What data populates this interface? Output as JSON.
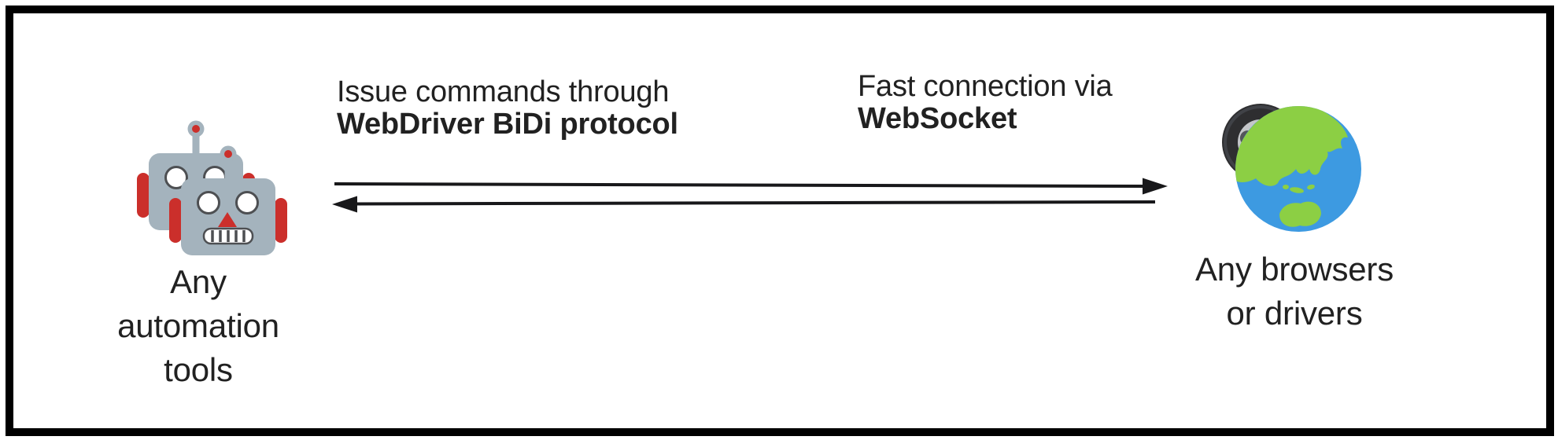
{
  "left_node": {
    "caption": "Any automation tools",
    "caption_lines": [
      "Any",
      "automation",
      "tools"
    ],
    "icon": "robots"
  },
  "right_node": {
    "caption": "Any browsers or drivers",
    "caption_lines": [
      "Any browsers",
      "or drivers"
    ],
    "icon": "globe-with-wheel"
  },
  "connections": {
    "top": {
      "line1": "Issue commands through",
      "line2_bold": "WebDriver BiDi protocol",
      "direction": "left-to-right"
    },
    "bottom": {
      "line1": "Fast connection via",
      "line2_bold": "WebSocket",
      "direction": "right-to-left"
    }
  },
  "colors": {
    "background": "#ffffff",
    "border": "#000000",
    "text": "#212121",
    "arrow": "#18181a",
    "robot_body": "#a4b3bd",
    "robot_accent": "#cb2f2b",
    "robot_outline": "#4d4f52",
    "robot_face_white": "#ffffff",
    "globe_ocean": "#3d9ae1",
    "globe_land": "#8ccf44",
    "tire": "#2e2e30",
    "rim": "#c4c6c9",
    "spoke_gap": "#54565a"
  }
}
